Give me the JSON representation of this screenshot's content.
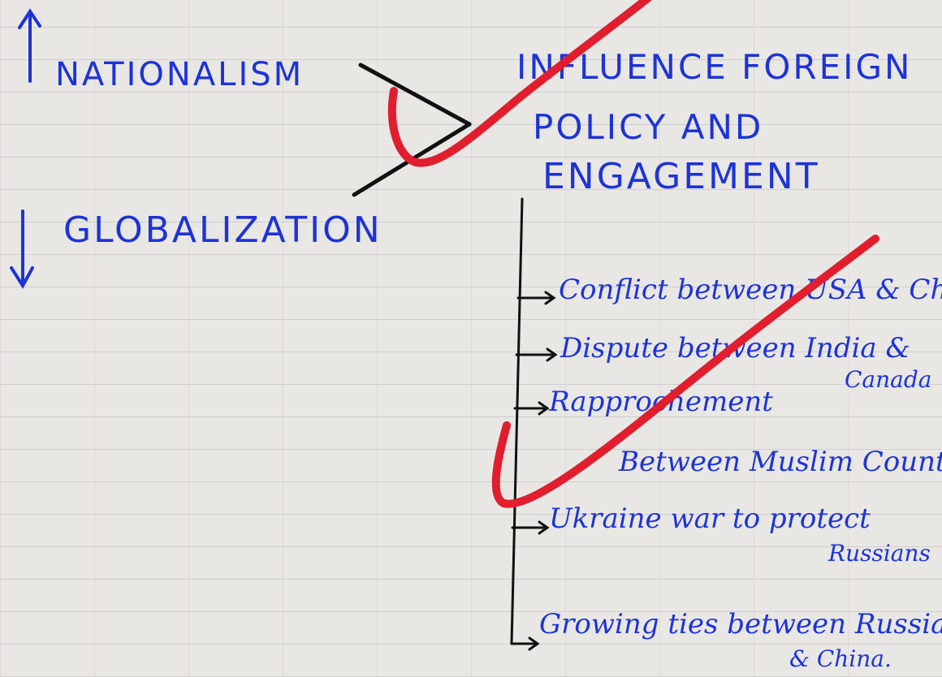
{
  "left_terms": {
    "up": "NATIONALISM",
    "down": "GLOBALIZATION"
  },
  "heading": {
    "line1": "INFLUENCE FOREIGN",
    "line2": "POLICY AND",
    "line3": "ENGAGEMENT"
  },
  "items": [
    {
      "line1": "Conflict between USA & Ch"
    },
    {
      "line1": "Dispute between India &",
      "line2": "Canada"
    },
    {
      "line1": "Rapprochement",
      "line2": "Between Muslim Countr"
    },
    {
      "line1": "Ukraine war to protect",
      "line2": "Russians"
    },
    {
      "line1": "Growing ties between Russia",
      "line2": "& China."
    }
  ],
  "colors": {
    "blue_ink": "#1d33d8",
    "black_ink": "#111111",
    "red_mark": "#e11d2e"
  }
}
